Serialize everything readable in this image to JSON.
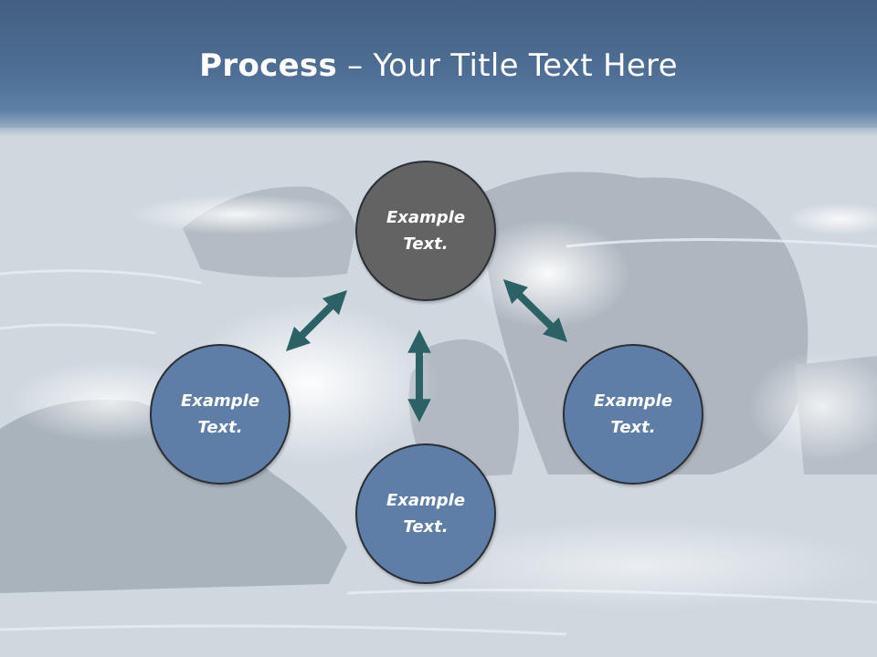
{
  "title": {
    "bold": "Process",
    "rest": " – Your Title Text Here"
  },
  "nodes": {
    "center": {
      "text": "Example\nText.",
      "fill": "#636363"
    },
    "left": {
      "text": "Example\nText.",
      "fill": "#5e7ea8"
    },
    "right": {
      "text": "Example\nText.",
      "fill": "#5e7ea8"
    },
    "bottom": {
      "text": "Example\nText.",
      "fill": "#5e7ea8"
    }
  },
  "colors": {
    "arrow": "#2c6266",
    "header": "#4f6f96",
    "node_border": "#2b2f36"
  }
}
